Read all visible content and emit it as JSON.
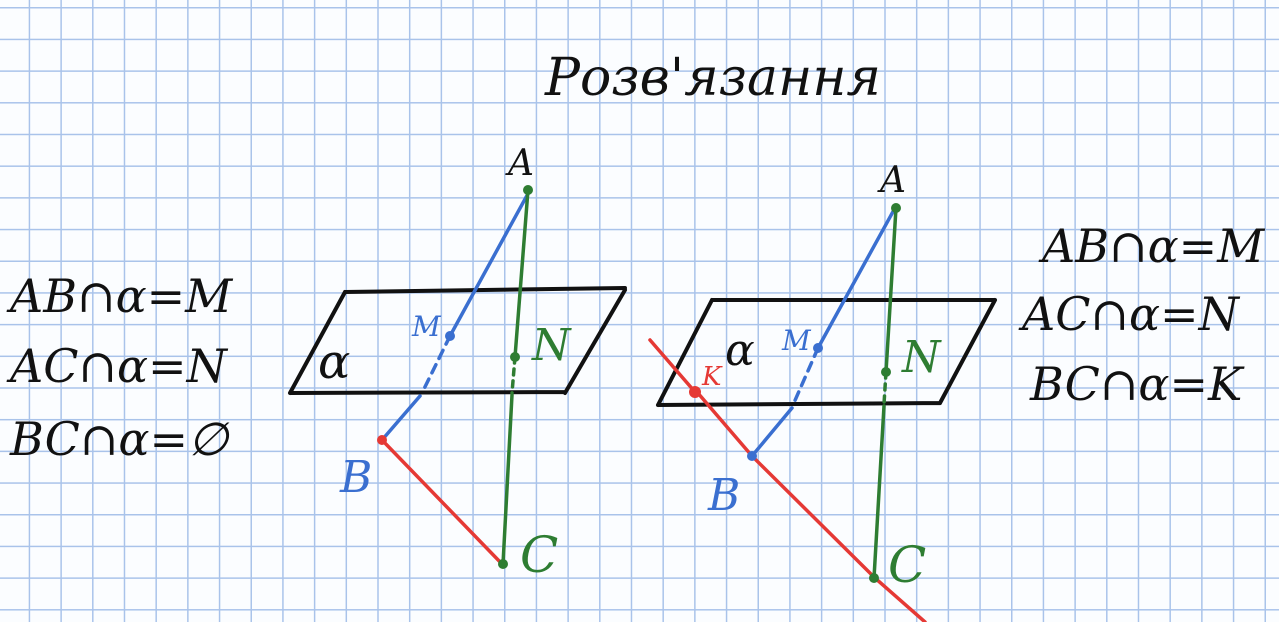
{
  "title": "Розв'язання",
  "left_figure": {
    "plane_label": "α",
    "labels": {
      "A": "A",
      "B": "B",
      "C": "C",
      "M": "M",
      "N": "N"
    }
  },
  "right_figure": {
    "plane_label": "α",
    "labels": {
      "A": "A",
      "B": "B",
      "C": "C",
      "M": "M",
      "N": "N",
      "K": "K"
    }
  },
  "left_equations": [
    "AB∩α=M",
    "AC∩α=N",
    "BC∩α=∅"
  ],
  "right_equations": [
    "AB∩α=M",
    "AC∩α=N",
    "BC∩α=K"
  ],
  "colors": {
    "plane": "#111111",
    "AB": "#3a6fd0",
    "AC": "#2e7d32",
    "BC": "#e53935",
    "grid": "#a9c3ea"
  }
}
